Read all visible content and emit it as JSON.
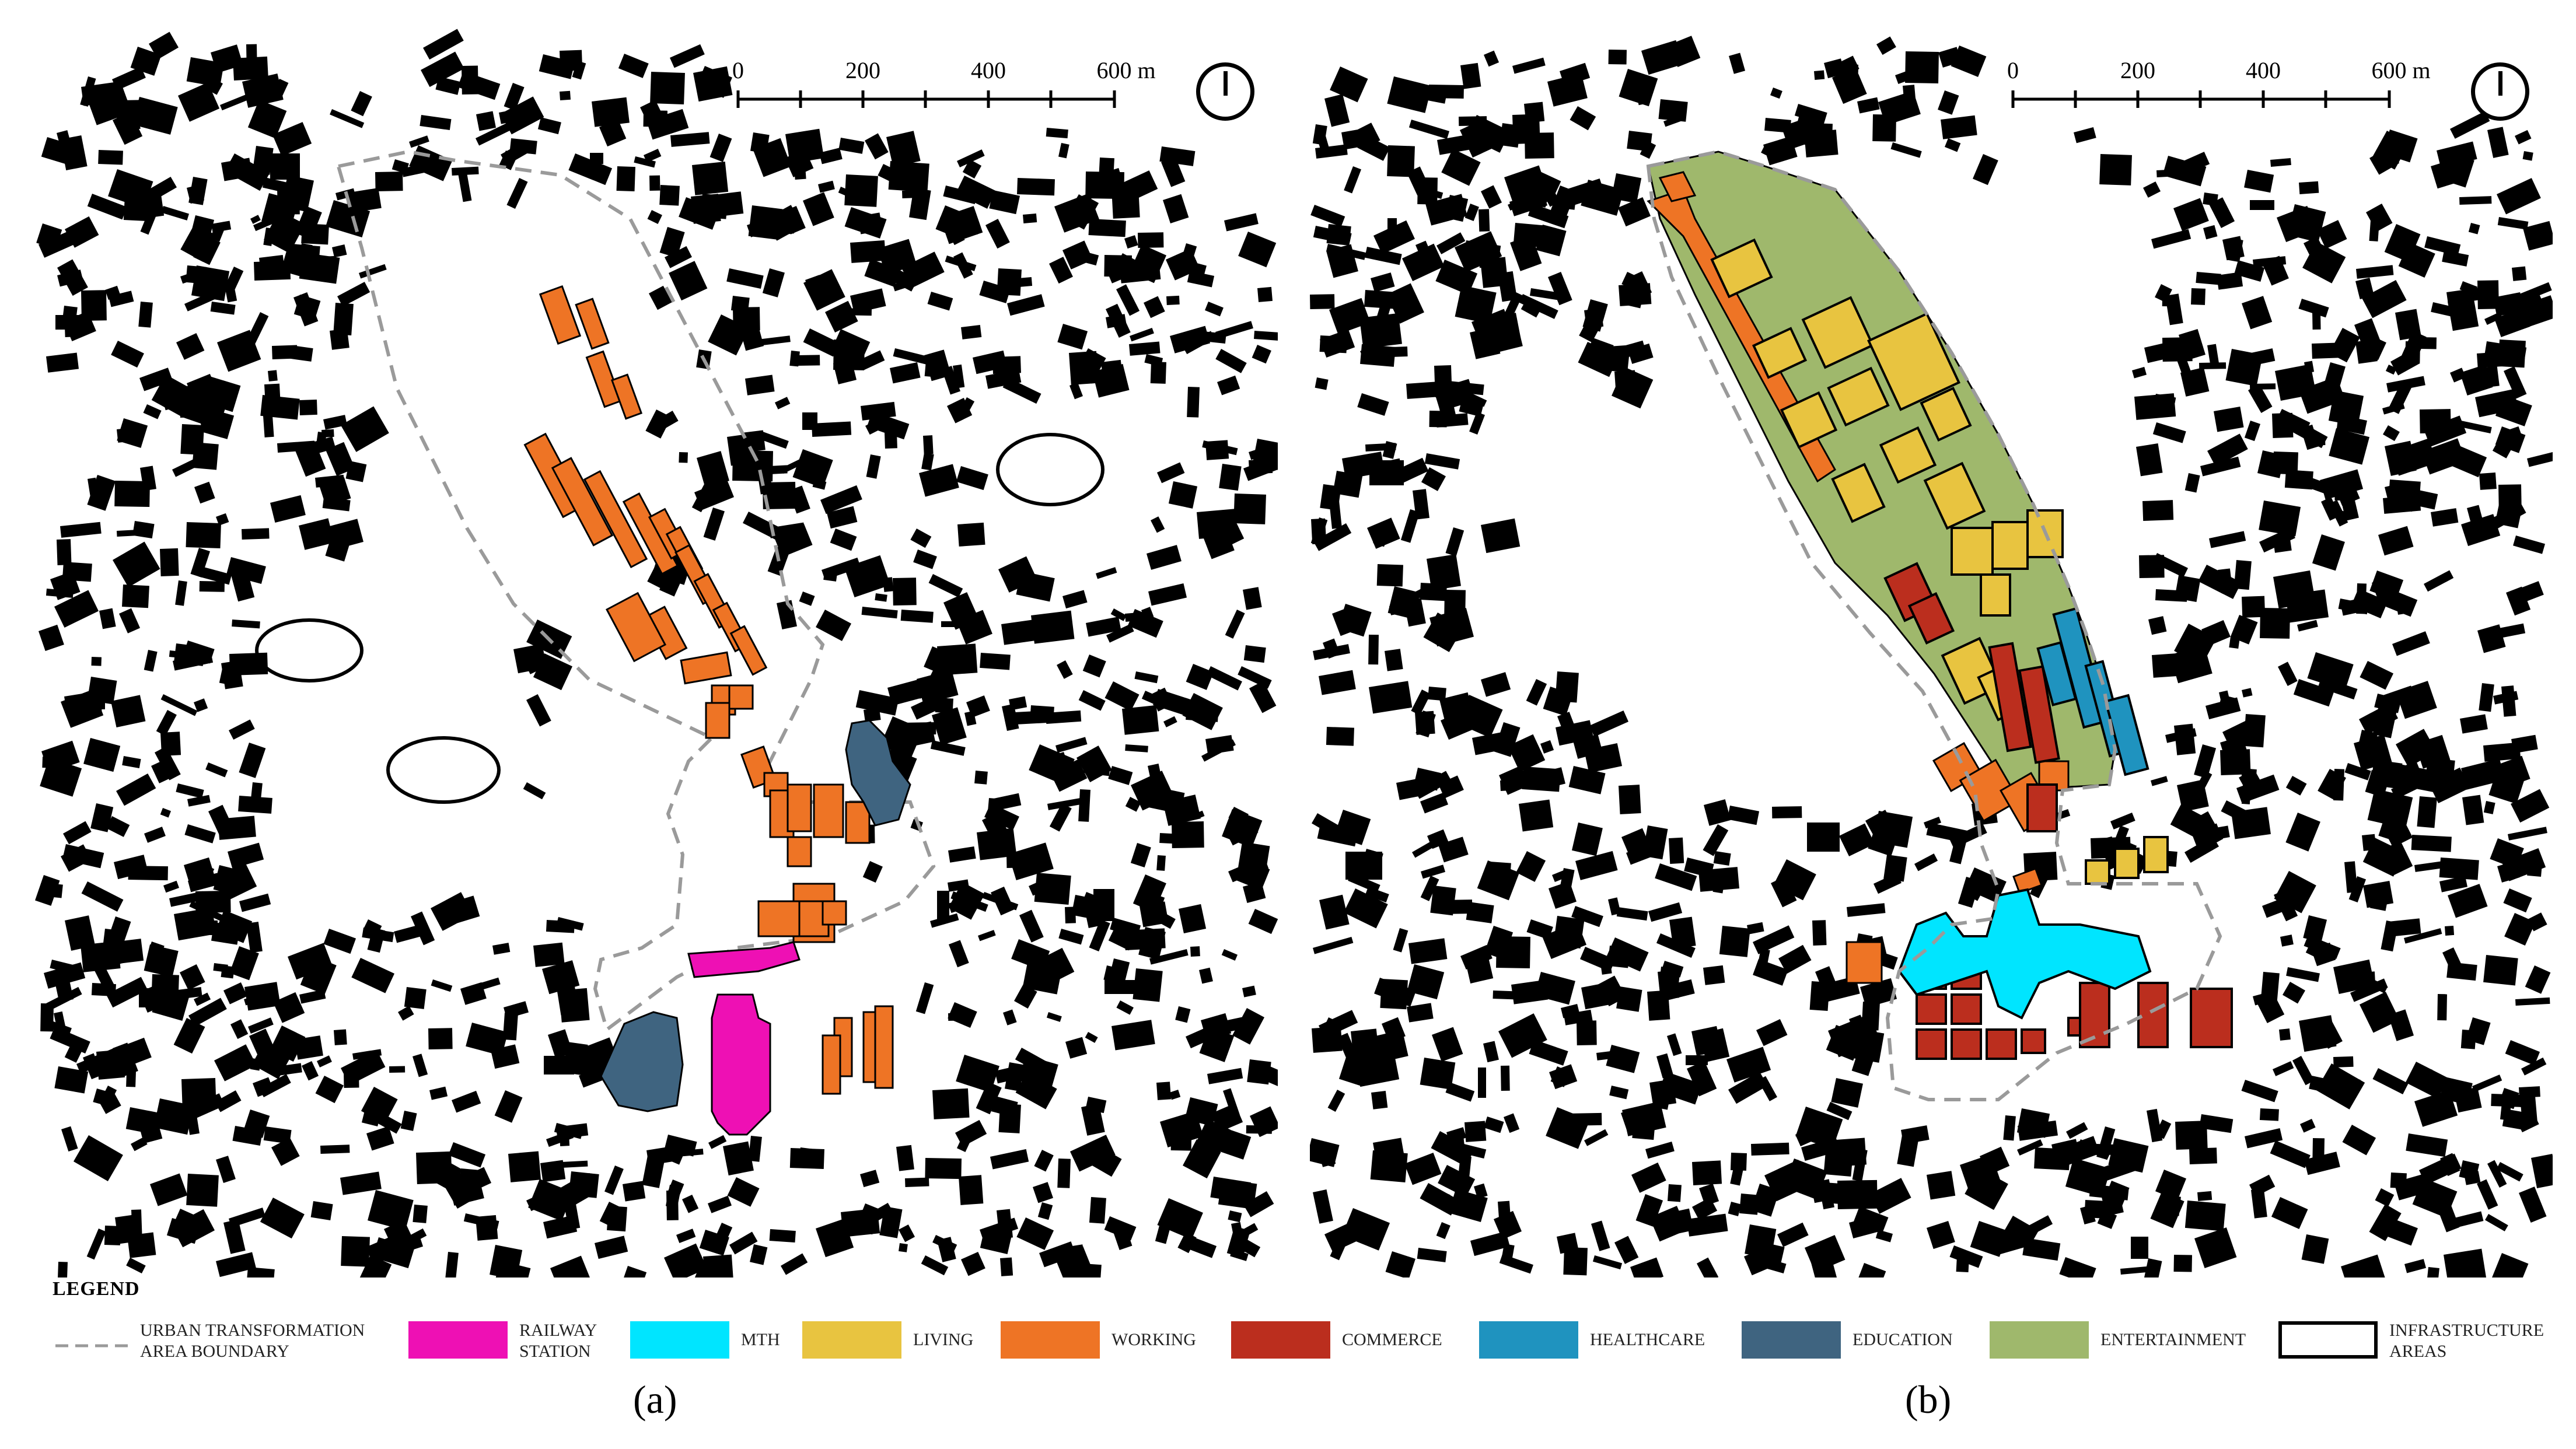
{
  "scale_bar": {
    "ticks": [
      "0",
      "200",
      "400",
      "600 m"
    ]
  },
  "legend": {
    "title": "LEGEND",
    "items": [
      {
        "key": "boundary",
        "label_lines": [
          "URBAN TRANSFORMATION",
          "AREA BOUNDARY"
        ],
        "color": "#9a9a9a",
        "style": "dashed"
      },
      {
        "key": "railway-station",
        "label_lines": [
          "RAILWAY",
          "STATION"
        ],
        "color": "#ee10b4",
        "style": "fill"
      },
      {
        "key": "mth",
        "label_lines": [
          "MTH"
        ],
        "color": "#00e5ff",
        "style": "fill"
      },
      {
        "key": "living",
        "label_lines": [
          "LIVING"
        ],
        "color": "#e8c440",
        "style": "fill"
      },
      {
        "key": "working",
        "label_lines": [
          "WORKING"
        ],
        "color": "#ee7425",
        "style": "fill"
      },
      {
        "key": "commerce",
        "label_lines": [
          "COMMERCE"
        ],
        "color": "#bb2e1e",
        "style": "fill"
      },
      {
        "key": "healthcare",
        "label_lines": [
          "HEALTHCARE"
        ],
        "color": "#1f93bf",
        "style": "fill"
      },
      {
        "key": "education",
        "label_lines": [
          "EDUCATION"
        ],
        "color": "#3f6480",
        "style": "fill"
      },
      {
        "key": "entertainment",
        "label_lines": [
          "ENTERTAINMENT"
        ],
        "color": "#9fb86c",
        "style": "fill"
      },
      {
        "key": "infrastructure",
        "label_lines": [
          "INFRASTRUCTURE",
          "AREAS"
        ],
        "color": "#000000",
        "style": "outline"
      }
    ]
  },
  "captions": {
    "a": "(a)",
    "b": "(b)"
  },
  "colors": {
    "building": "#000000",
    "background": "#ffffff",
    "boundary": "#9a9a9a"
  }
}
